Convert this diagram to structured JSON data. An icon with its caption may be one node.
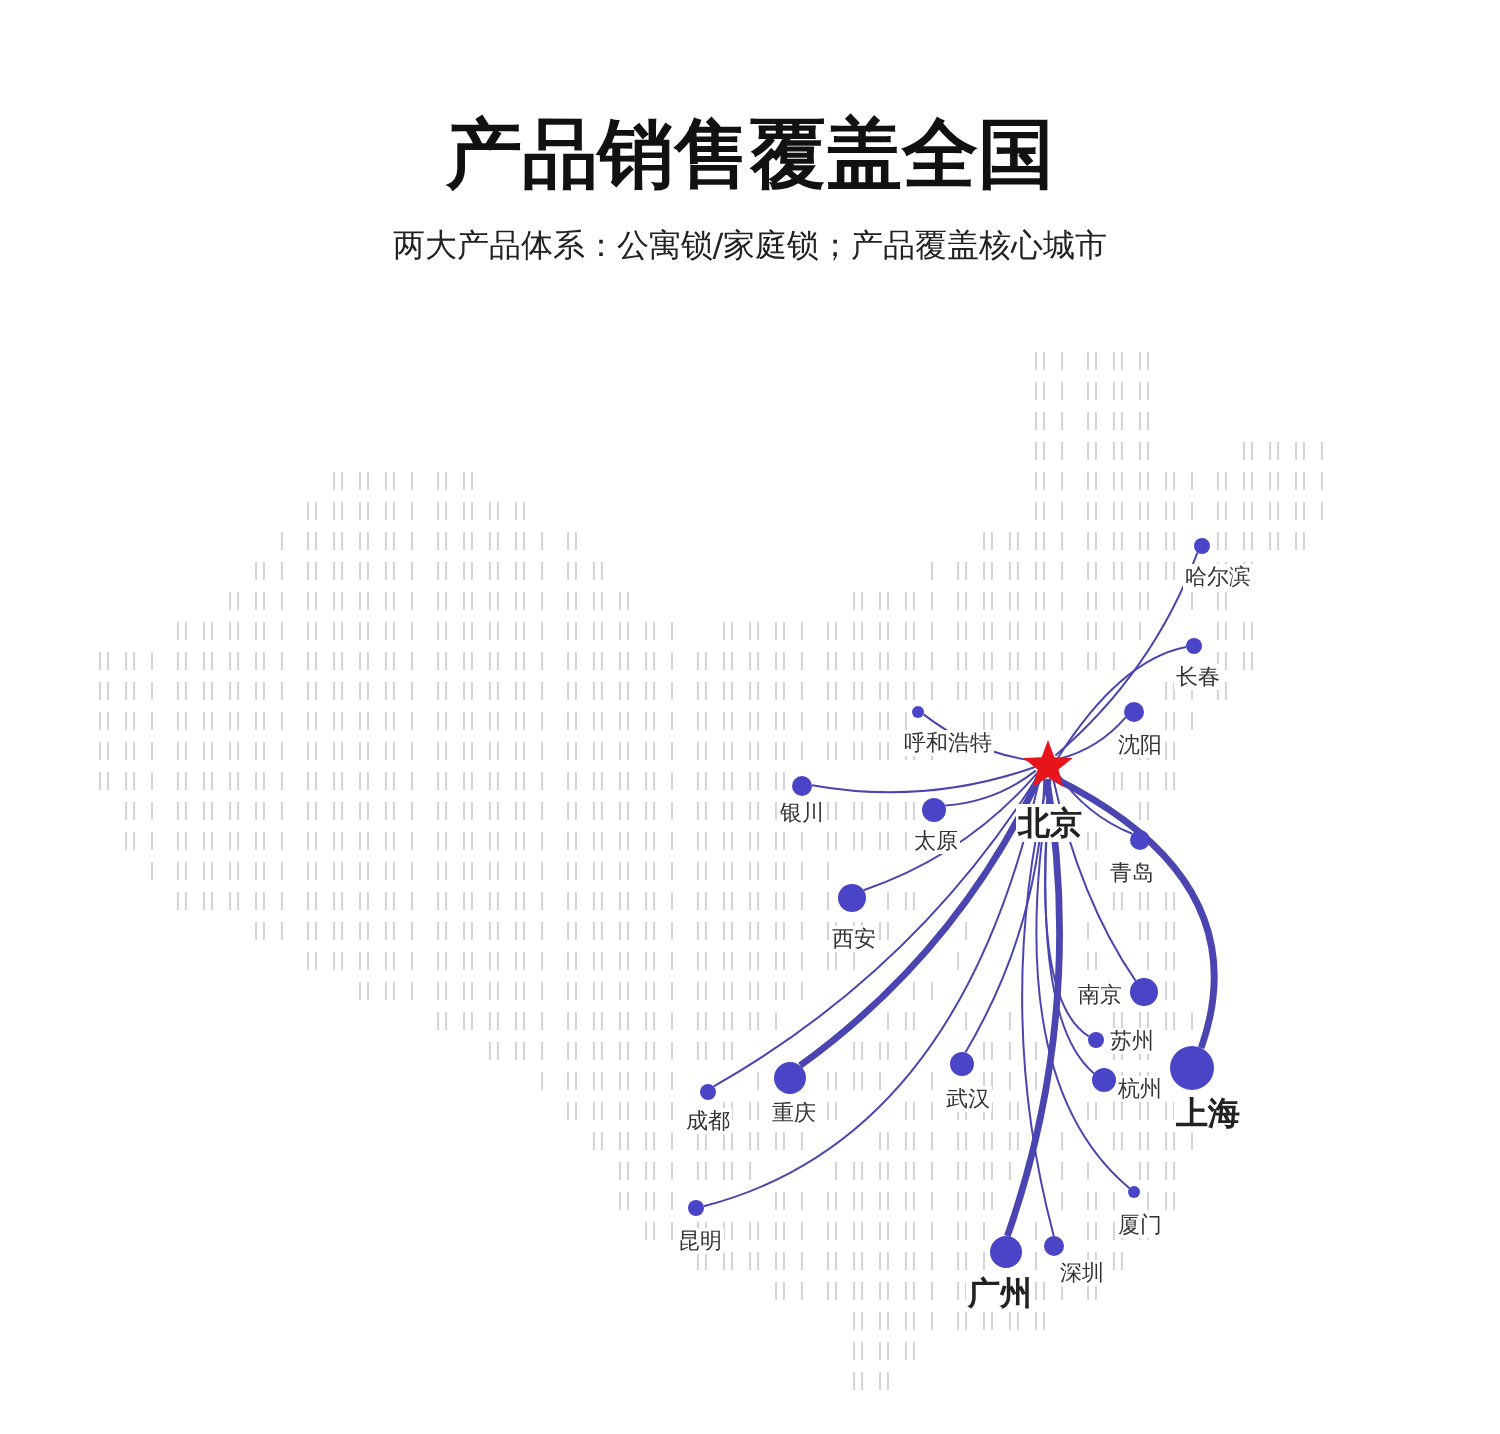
{
  "diagram": {
    "title": "产品销售覆盖全国",
    "labels": [
      "两大产品体系：公寓锁/家庭锁；产品覆盖核心城市"
    ],
    "nodes": [
      {
        "text": [
          "北京"
        ]
      },
      {
        "text": [
          "哈尔滨"
        ]
      },
      {
        "text": [
          "长春"
        ]
      },
      {
        "text": [
          "沈阳"
        ]
      },
      {
        "text": [
          "呼和浩特"
        ]
      },
      {
        "text": [
          "银川"
        ]
      },
      {
        "text": [
          "太原"
        ]
      },
      {
        "text": [
          "青岛"
        ]
      },
      {
        "text": [
          "西安"
        ]
      },
      {
        "text": [
          "南京"
        ]
      },
      {
        "text": [
          "苏州"
        ]
      },
      {
        "text": [
          "杭州"
        ]
      },
      {
        "text": [
          "上海"
        ]
      },
      {
        "text": [
          "成都"
        ]
      },
      {
        "text": [
          "重庆"
        ]
      },
      {
        "text": [
          "武汉"
        ]
      },
      {
        "text": [
          "昆明"
        ]
      },
      {
        "text": [
          "厦门"
        ]
      },
      {
        "text": [
          "广州"
        ]
      },
      {
        "text": [
          "深圳"
        ]
      }
    ],
    "edges": [
      {
        "from": 0,
        "to": 1,
        "arrow": "none"
      },
      {
        "from": 0,
        "to": 2,
        "arrow": "none"
      },
      {
        "from": 0,
        "to": 3,
        "arrow": "none"
      },
      {
        "from": 0,
        "to": 4,
        "arrow": "none"
      },
      {
        "from": 0,
        "to": 5,
        "arrow": "none"
      },
      {
        "from": 0,
        "to": 6,
        "arrow": "none"
      },
      {
        "from": 0,
        "to": 7,
        "arrow": "none"
      },
      {
        "from": 0,
        "to": 8,
        "arrow": "none"
      },
      {
        "from": 0,
        "to": 9,
        "arrow": "none"
      },
      {
        "from": 0,
        "to": 10,
        "arrow": "none"
      },
      {
        "from": 0,
        "to": 11,
        "arrow": "none"
      },
      {
        "from": 0,
        "to": 12,
        "arrow": "none",
        "style": "thick"
      },
      {
        "from": 0,
        "to": 13,
        "arrow": "none"
      },
      {
        "from": 0,
        "to": 14,
        "arrow": "none",
        "style": "thick"
      },
      {
        "from": 0,
        "to": 15,
        "arrow": "none"
      },
      {
        "from": 0,
        "to": 16,
        "arrow": "none"
      },
      {
        "from": 0,
        "to": 17,
        "arrow": "none"
      },
      {
        "from": 0,
        "to": 18,
        "arrow": "none",
        "style": "thick"
      },
      {
        "from": 0,
        "to": 19,
        "arrow": "none"
      }
    ]
  }
}
